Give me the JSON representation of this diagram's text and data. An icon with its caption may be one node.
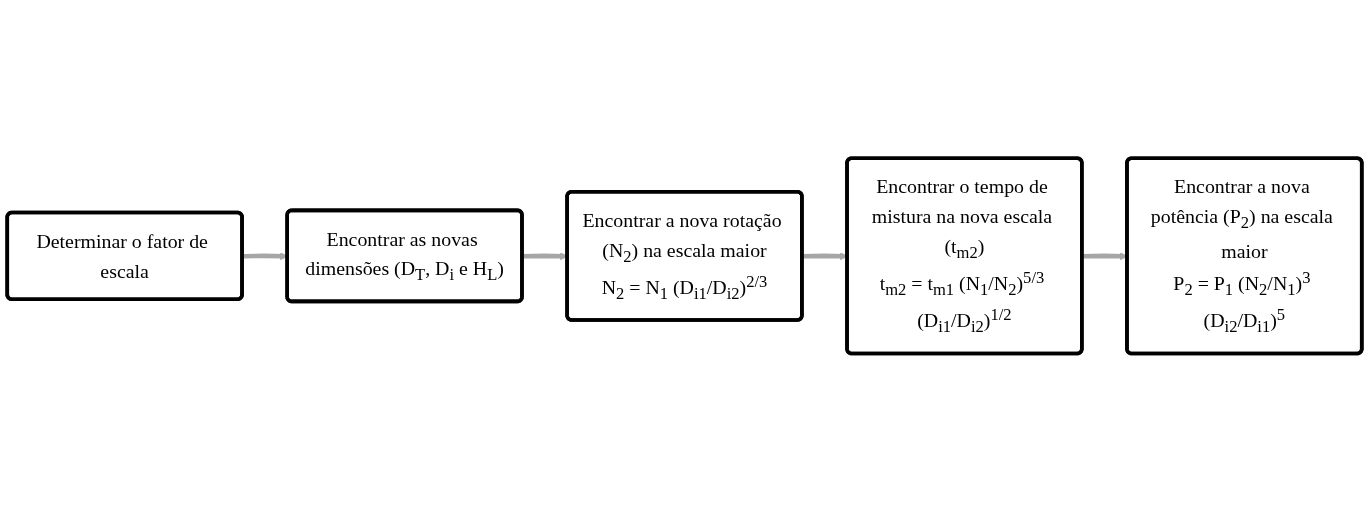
{
  "diagram": {
    "nodes": [
      {
        "text": [
          "Determinar o fator de escala"
        ]
      },
      {
        "text": [
          "Encontrar as novas dimensões (D$_{T}$, D$_{i}$ e H$_{L}$)"
        ]
      },
      {
        "text": [
          "Encontrar a nova rotação (N$_{2}$) na escala maior",
          "N$_{2}$ = N$_{1}$ (D$_{i1}$/D$_{i2}$)$^{2/3}$"
        ]
      },
      {
        "text": [
          "Encontrar o tempo de mistura na nova escala (t$_{m2}$)",
          "t$_{m2}$ = t$_{m1}$ (N$_{1}$/N$_{2}$)$^{5/3}$ (D$_{i1}$/D$_{i2}$)$^{1/2}$"
        ]
      },
      {
        "text": [
          "Encontrar a nova potência (P$_{2}$) na escala maior",
          "P$_{2}$ = P$_{1}$ (N$_{2}$/N$_{1}$)$^{3}$ (D$_{i2}$/D$_{i1}$)$^{5}$"
        ]
      }
    ],
    "edges": [
      {
        "from": 0,
        "to": 1,
        "arrow": "to"
      },
      {
        "from": 1,
        "to": 2,
        "arrow": "to"
      },
      {
        "from": 2,
        "to": 3,
        "arrow": "to"
      },
      {
        "from": 3,
        "to": 4,
        "arrow": "to"
      }
    ]
  }
}
